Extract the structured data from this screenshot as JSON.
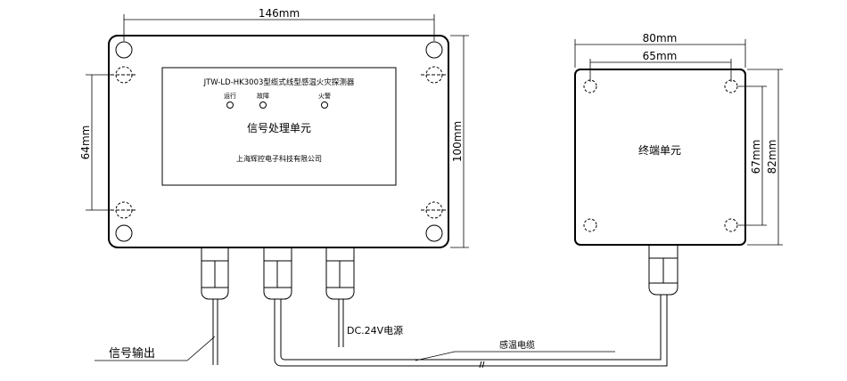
{
  "dimensions": {
    "main_width": "146mm",
    "main_height": "100mm",
    "main_hole_spacing": "64mm",
    "terminal_width": "80mm",
    "terminal_hole_spacing_h": "65mm",
    "terminal_hole_spacing_v": "67mm",
    "terminal_height": "82mm"
  },
  "main_unit": {
    "model_title": "JTW-LD-HK3003型缆式线型感温火灾探测器",
    "indicators": [
      "运行",
      "故障",
      "火警"
    ],
    "name": "信号处理单元",
    "company": "上海辉控电子科技有限公司"
  },
  "terminal_unit": {
    "name": "终端单元"
  },
  "labels": {
    "signal_output": "信号输出",
    "power": "DC.24V电源",
    "sensing_cable": "感温电缆"
  }
}
